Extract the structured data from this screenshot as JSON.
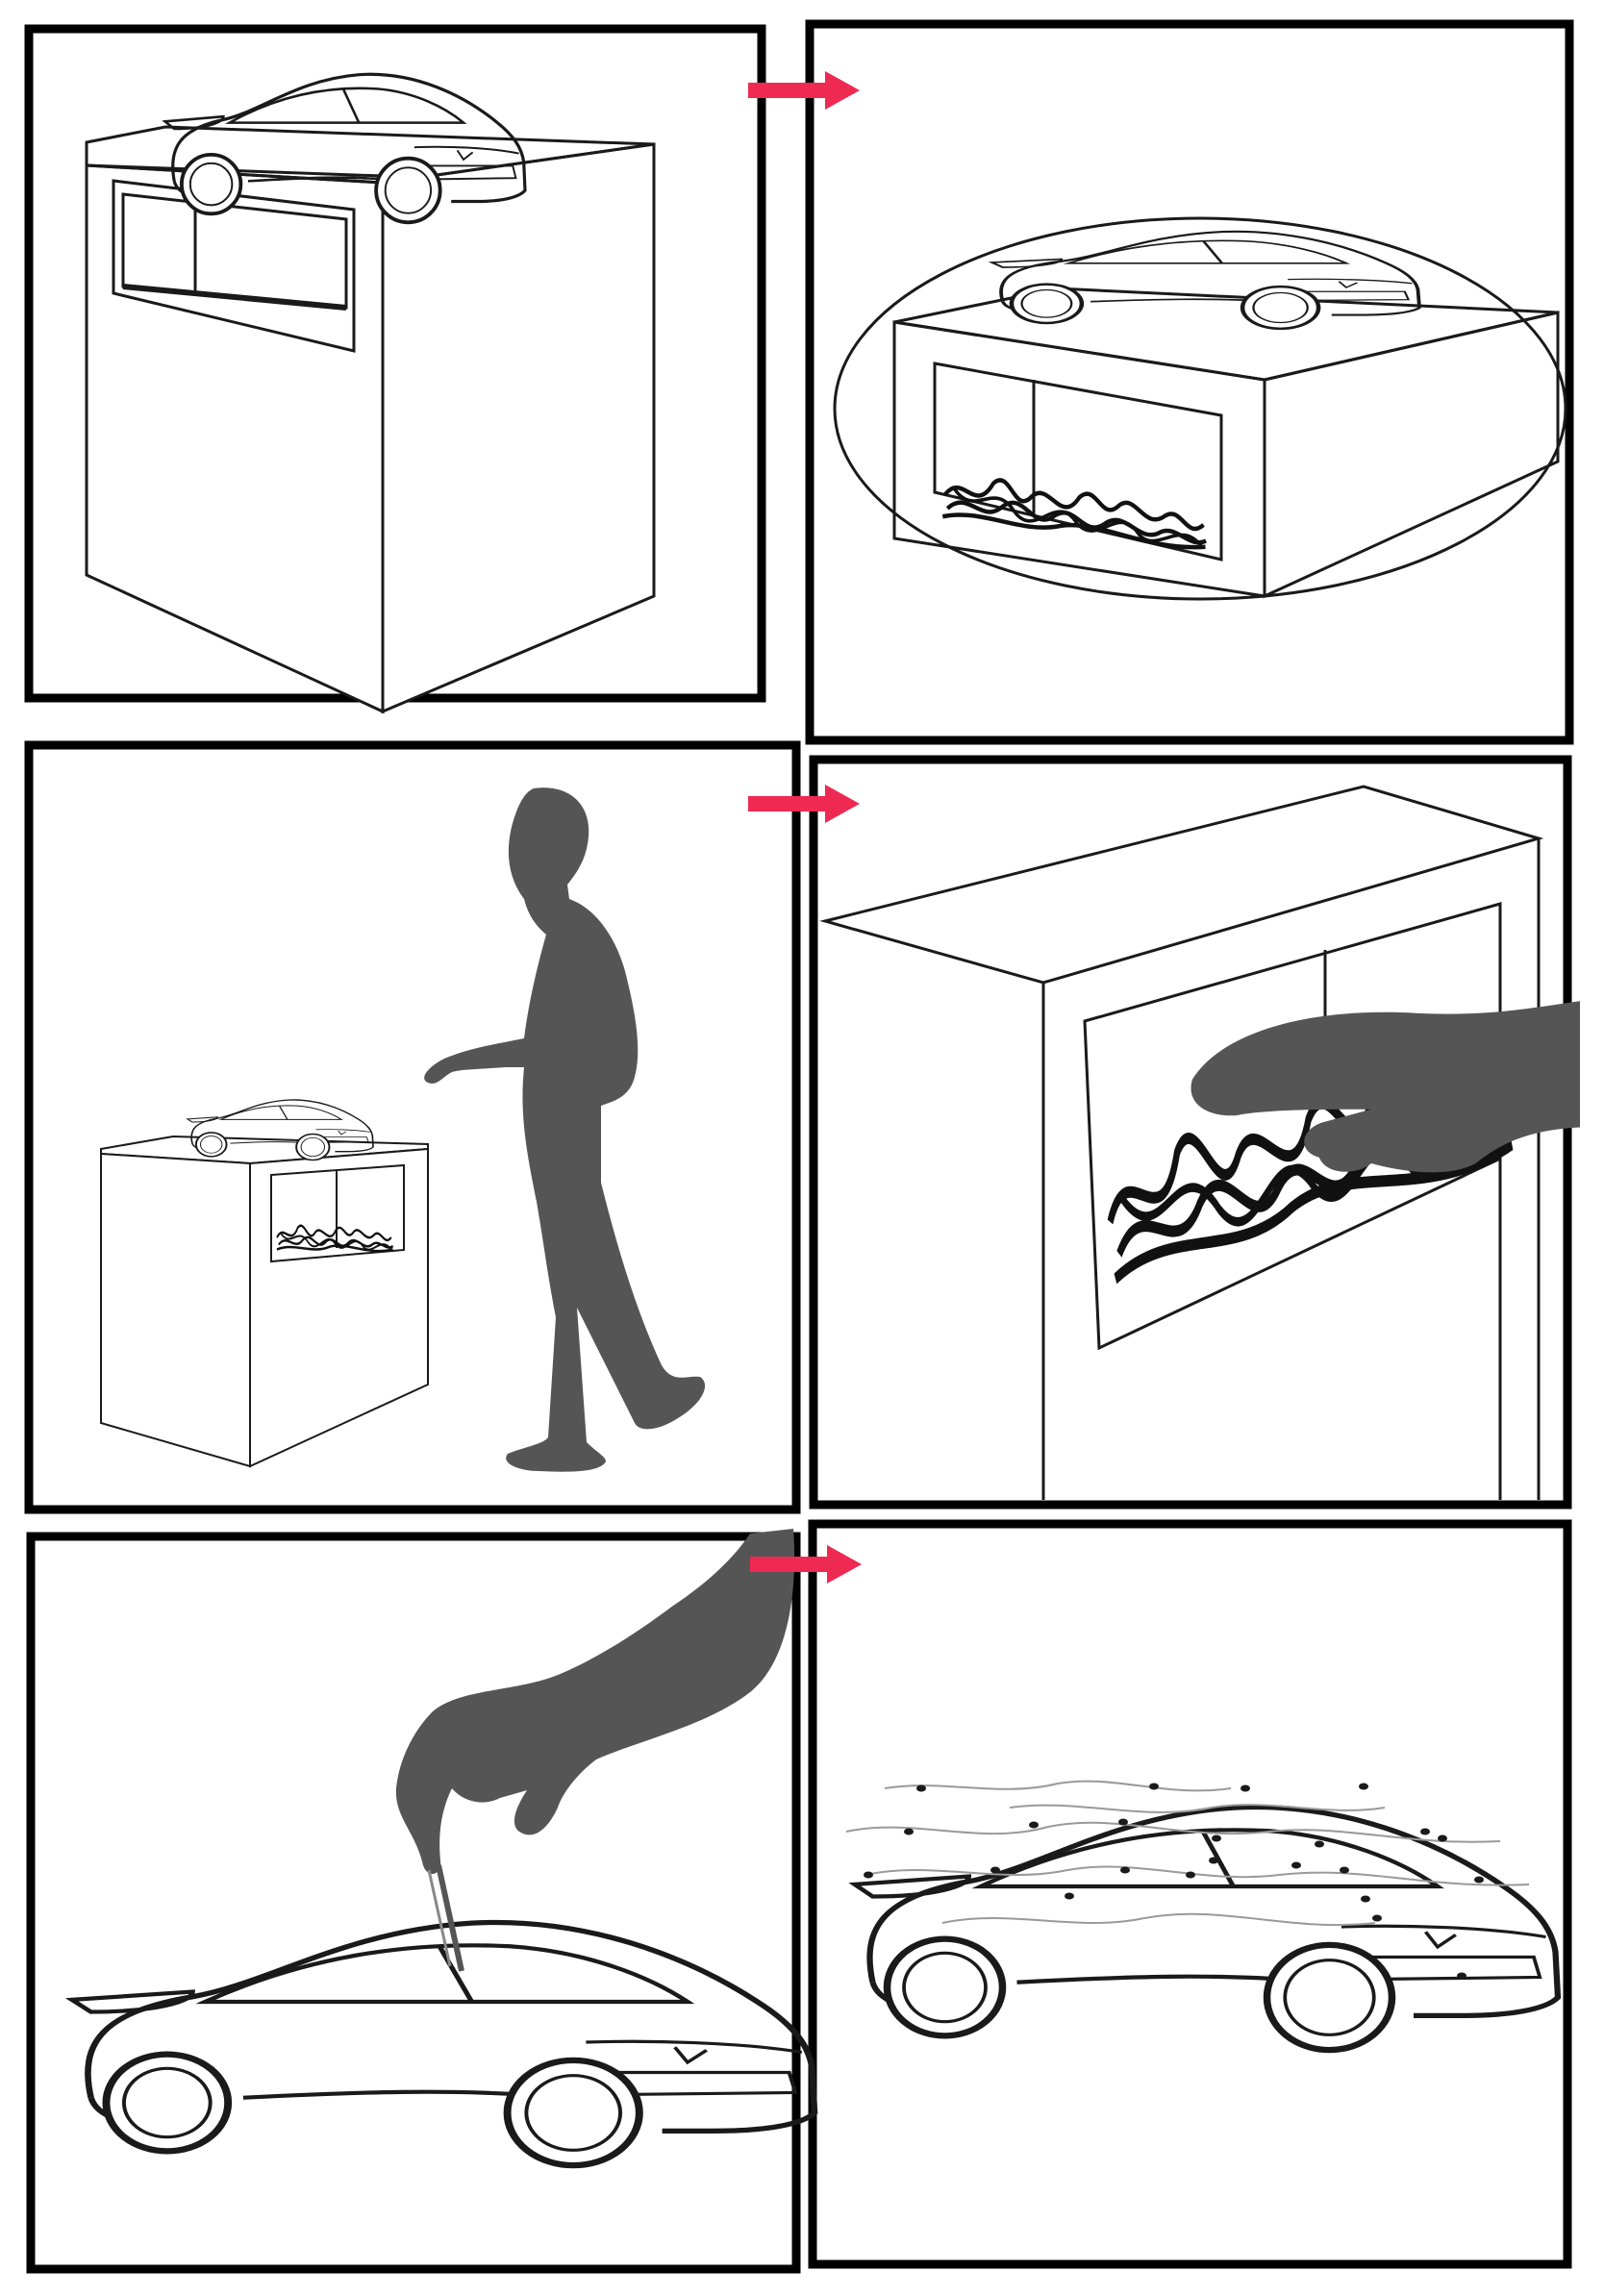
{
  "storyboard": {
    "panels": [
      {
        "id": "panel-1",
        "content": "pedestal-with-car-model-on-top-empty-window"
      },
      {
        "id": "panel-2",
        "content": "closeup-oval-pedestal-window-filled-with-wire"
      },
      {
        "id": "panel-3",
        "content": "person-silhouette-walking-to-pedestal"
      },
      {
        "id": "panel-4",
        "content": "hand-reaching-into-pedestal-window"
      },
      {
        "id": "panel-5",
        "content": "hand-placing-wire-pin-on-car-roof"
      },
      {
        "id": "panel-6",
        "content": "car-covered-with-wire-pieces"
      }
    ]
  },
  "colors": {
    "frame": "#000000",
    "arrow": "#ee2a52",
    "silhouette": "#555555",
    "line": "#1a1a1a",
    "background": "#ffffff"
  },
  "icons": {
    "arrow": "right-arrow-icon",
    "car": "sports-car-sketch-icon",
    "person": "walking-person-silhouette-icon",
    "hand": "hand-silhouette-icon"
  }
}
